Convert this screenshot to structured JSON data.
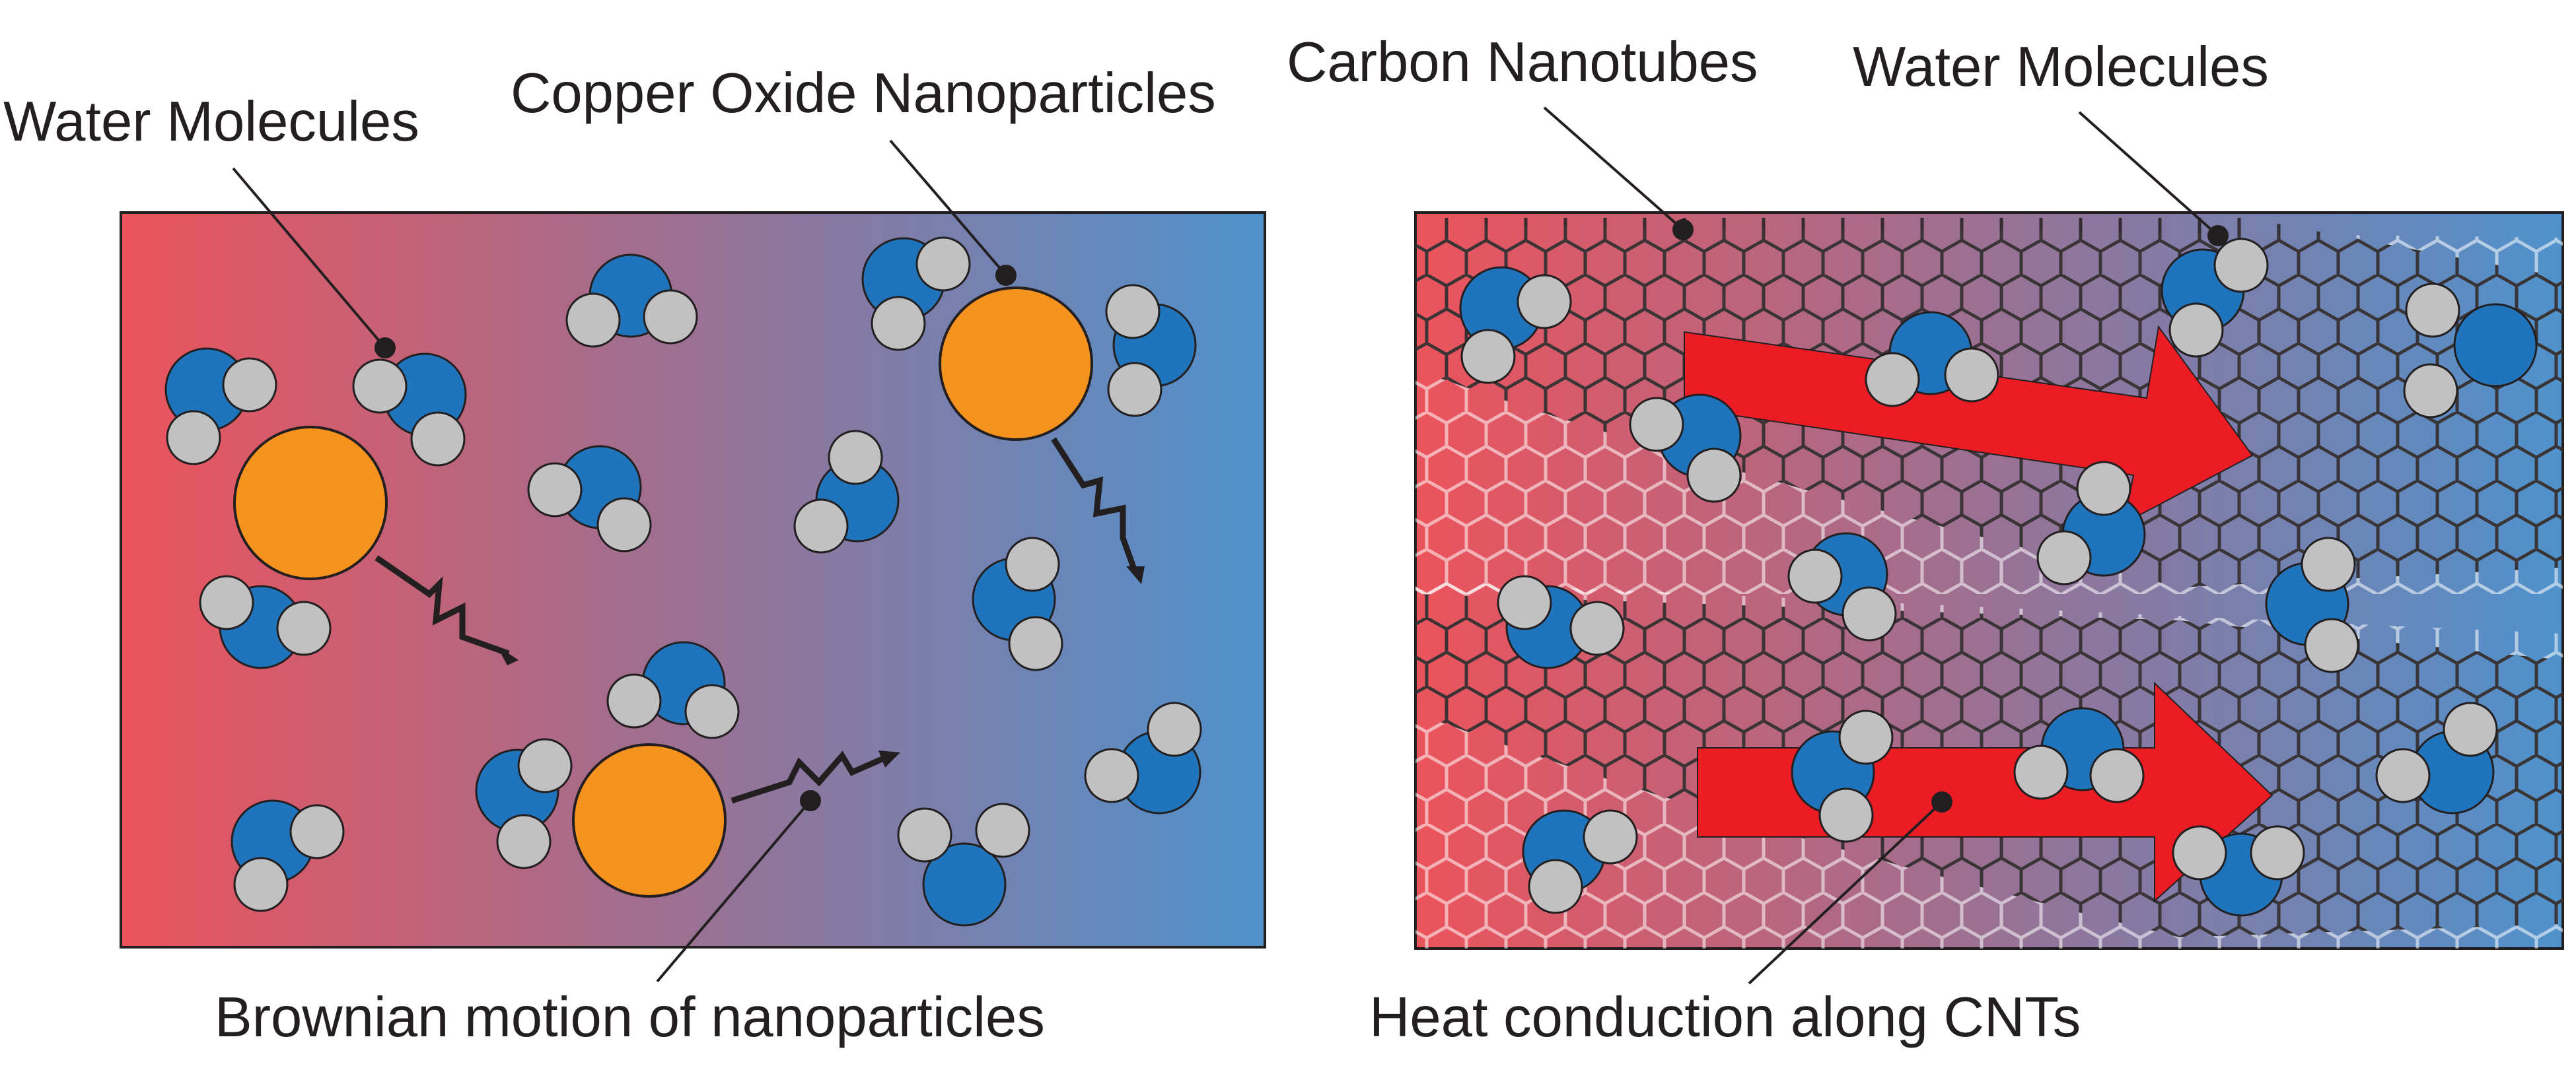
{
  "labels": {
    "left_water": "Water Molecules",
    "left_copper": "Copper Oxide Nanoparticles",
    "left_brownian": "Brownian motion of nanoparticles",
    "right_cnt": "Carbon Nanotubes",
    "right_water": "Water Molecules",
    "right_heat": "Heat conduction along CNTs"
  },
  "colors": {
    "hot": "#ec535b",
    "cold": "#4f92cc",
    "oxygen": "#1f74bb",
    "hydrogen": "#c1c1c1",
    "nanoparticle": "#f6921e",
    "heat_arrow": "#ec1c24",
    "outline": "#231f20"
  }
}
